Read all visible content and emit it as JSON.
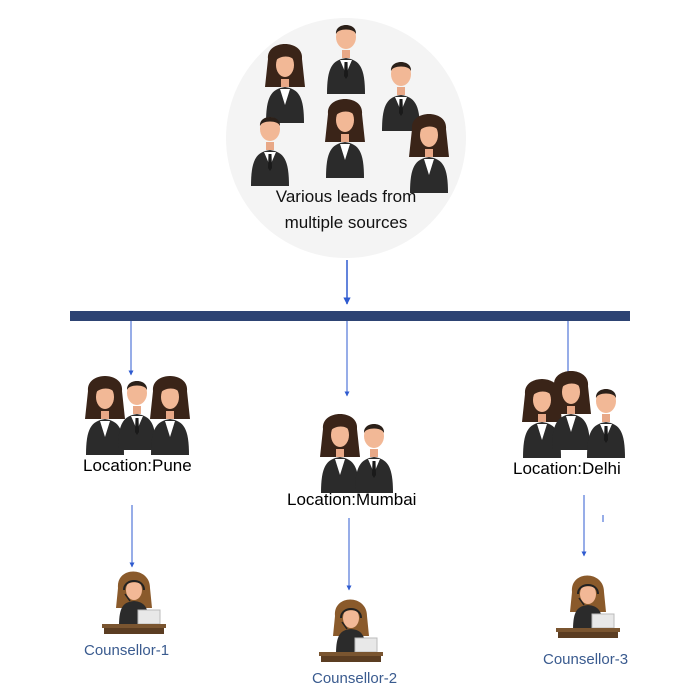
{
  "source": {
    "label_line1": "Various leads from",
    "label_line2": "multiple sources",
    "icon": "people-group-icon"
  },
  "locations": [
    {
      "label": "Location:Pune",
      "icon": "people-group-icon"
    },
    {
      "label": "Location:Mumbai",
      "icon": "people-group-icon"
    },
    {
      "label": "Location:Delhi",
      "icon": "people-group-icon"
    }
  ],
  "counsellors": [
    {
      "label": "Counsellor-1",
      "icon": "counsellor-at-desk-icon"
    },
    {
      "label": "Counsellor-2",
      "icon": "counsellor-at-desk-icon"
    },
    {
      "label": "Counsellor-3",
      "icon": "counsellor-at-desk-icon"
    }
  ],
  "colors": {
    "bus": "#2d4373",
    "arrow": "#2f5bd0",
    "counsellor_text": "#3a5b8f",
    "circle": "#f4f4f4"
  }
}
